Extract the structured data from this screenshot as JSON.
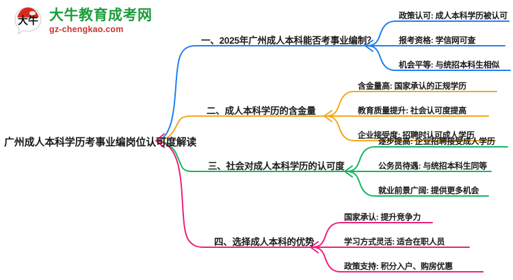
{
  "logo": {
    "mark_text": "大牛",
    "name_cn": "大牛教育成考网",
    "name_en": "gz-chengkao.com",
    "colors": {
      "cn": "#1c9c3c",
      "en": "#c8342b",
      "mark_red": "#d9291c"
    }
  },
  "mindmap": {
    "root": "广州成人本科学历考事业编岗位认可度解读",
    "colors": {
      "branch1": "#1f7fef",
      "branch2": "#f2a81d",
      "branch3": "#12b75e",
      "branch4": "#ed1f7a"
    },
    "branches": [
      {
        "label": "一、2025年广州成人本科能否考事业编制？",
        "color": "#1f7fef",
        "children": [
          "政策认可: 成人本科学历被认可",
          "报考资格: 学信网可查",
          "机会平等: 与统招本科生相似"
        ]
      },
      {
        "label": "二、成人本科学历的含金量",
        "color": "#f2a81d",
        "children": [
          "含金量高: 国家承认的正规学历",
          "教育质量提升: 社会认可度提高",
          "企业接受度: 招聘时认可成人学历"
        ]
      },
      {
        "label": "三、社会对成人本科学历的认可度",
        "color": "#12b75e",
        "children": [
          "逐步提高: 企业招聘接受成人学历",
          "公务员待遇: 与统招本科生同等",
          "就业前景广阔: 提供更多机会"
        ]
      },
      {
        "label": "四、选择成人本科的优势",
        "color": "#ed1f7a",
        "children": [
          "国家承认: 提升竞争力",
          "学习方式灵活: 适合在职人员",
          "政策支持: 积分入户、购房优惠"
        ]
      }
    ]
  }
}
